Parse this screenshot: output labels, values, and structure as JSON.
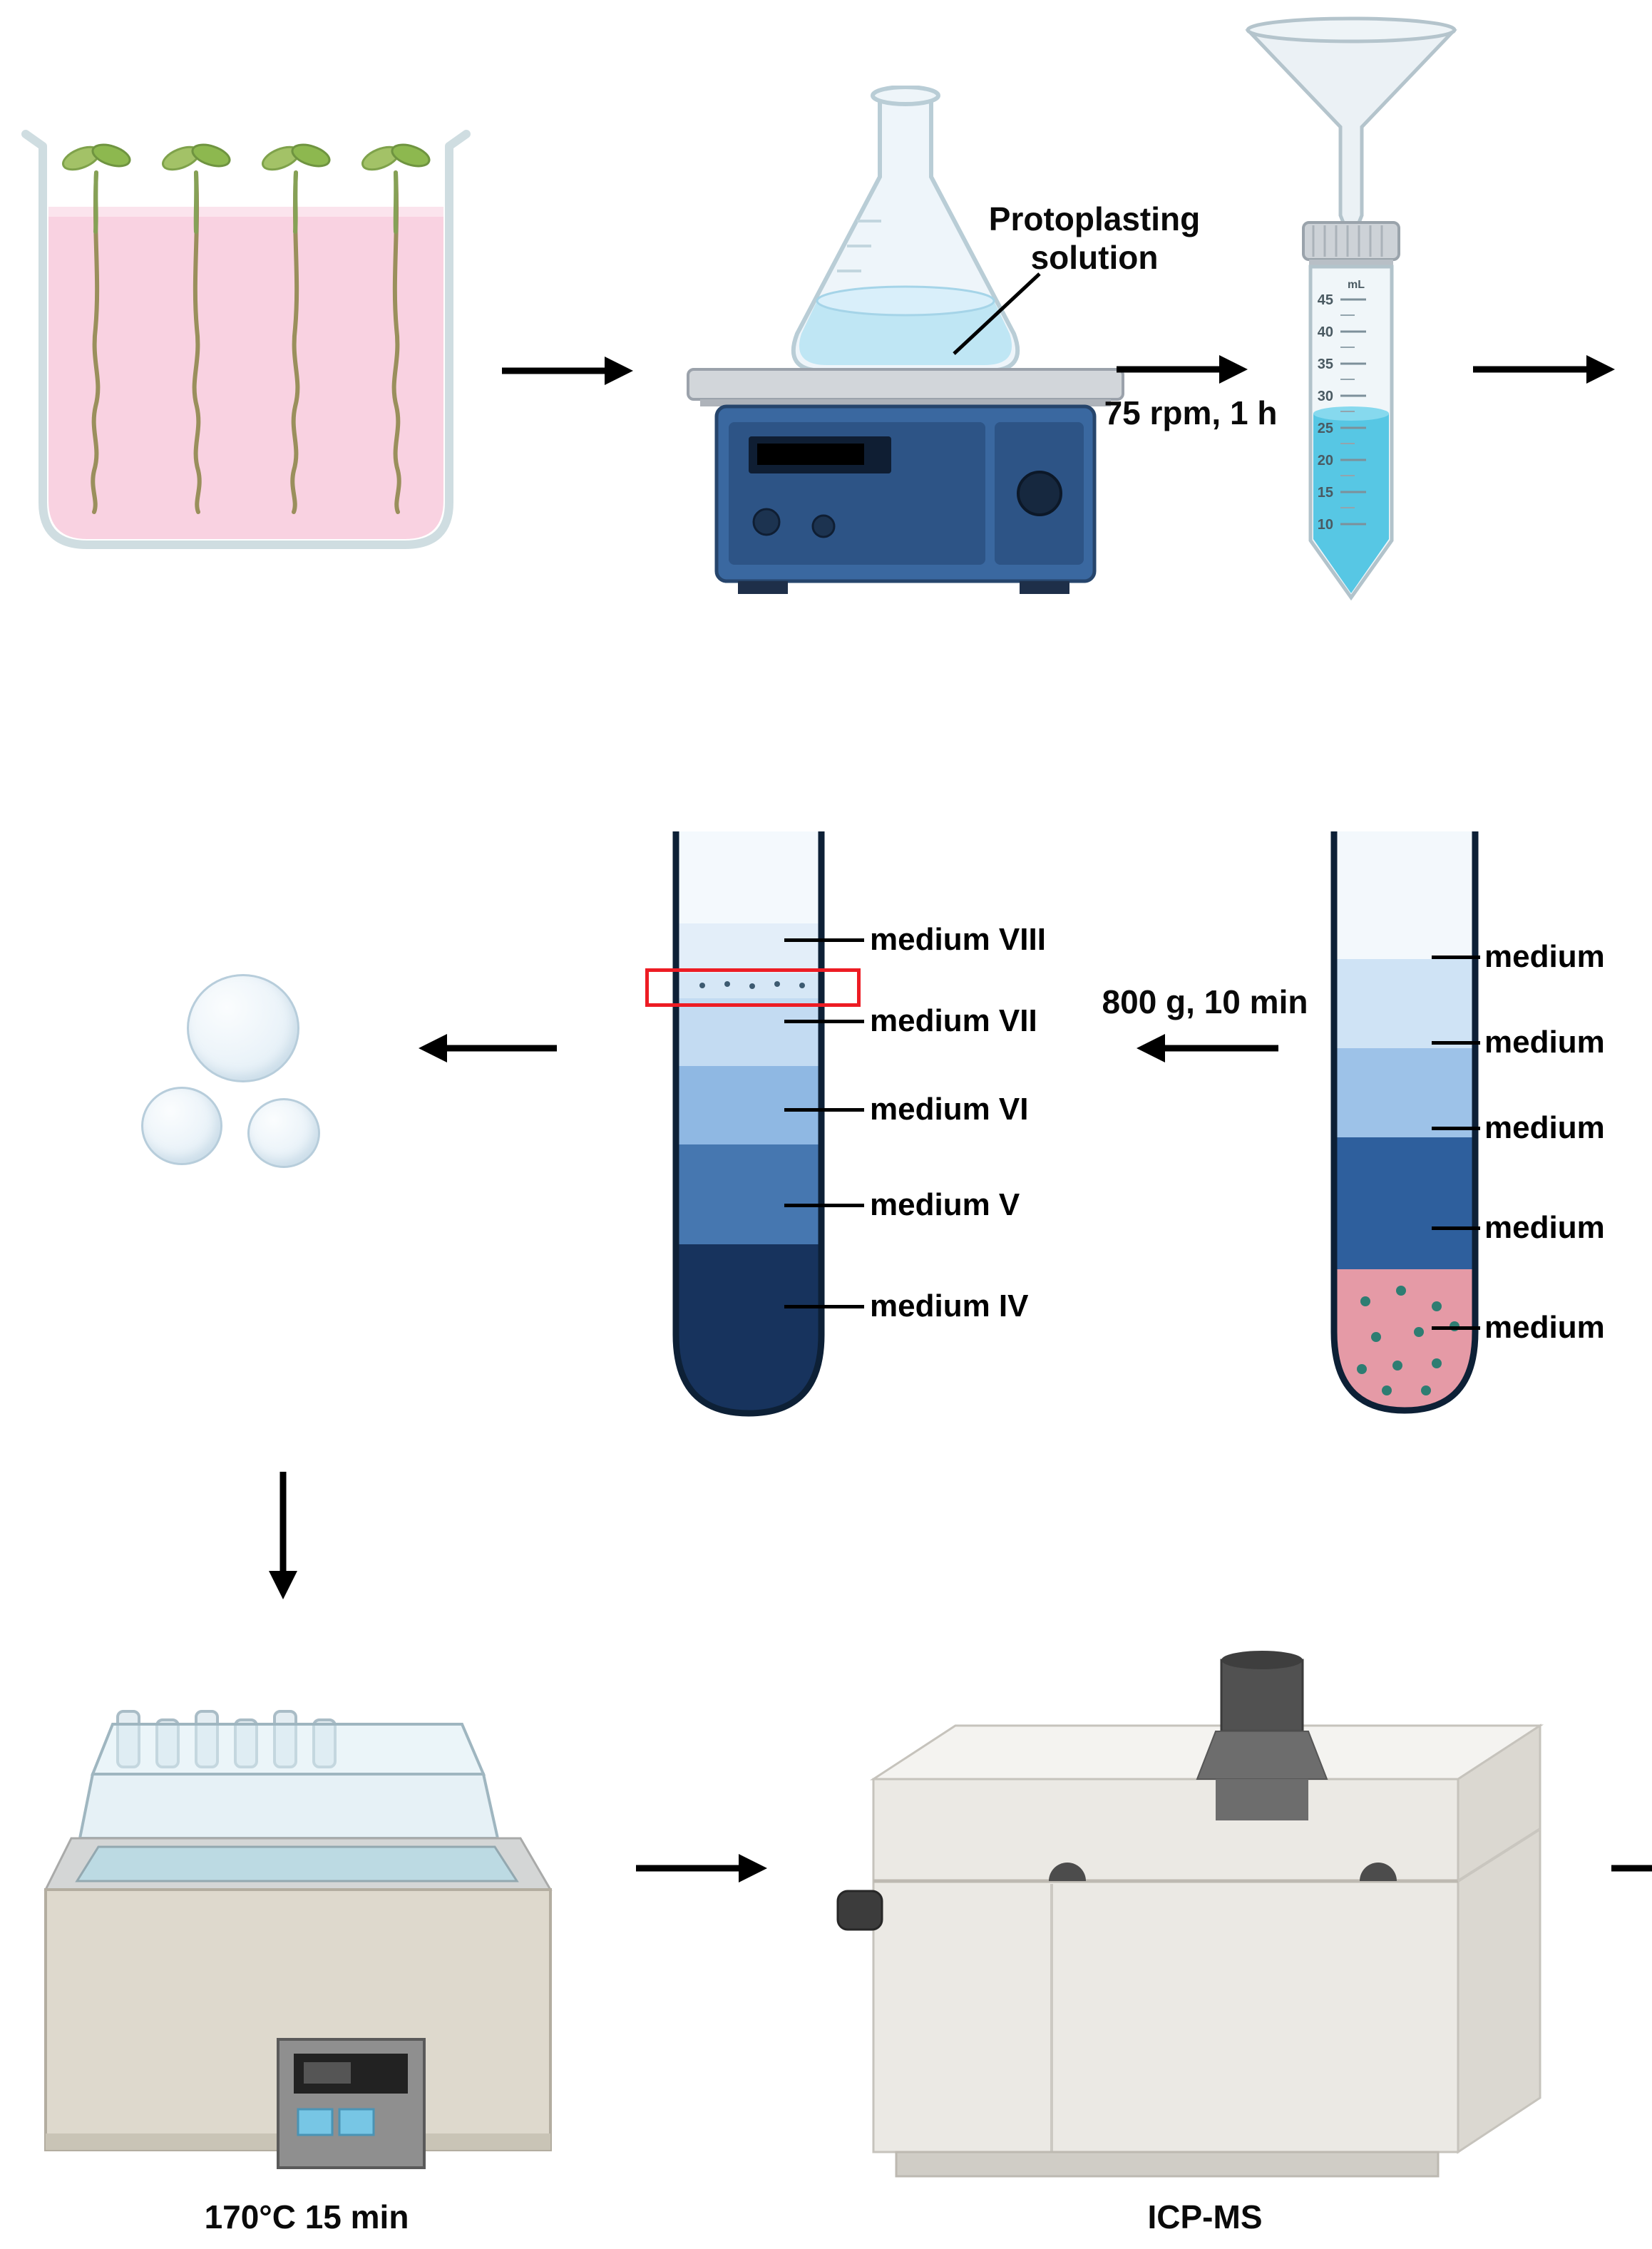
{
  "annotations": {
    "protoplasting_line1": "Protoplasting",
    "protoplasting_line2": "solution",
    "shaking": "75 rpm, 1 h",
    "centrifugation": "800 g, 10 min",
    "digestion": "170°C 15 min",
    "instrument": "ICP-MS"
  },
  "gradient_tube": {
    "labels": [
      "medium VIII",
      "medium VII",
      "medium VI",
      "medium V",
      "medium IV"
    ]
  },
  "loaded_tube": {
    "labels": [
      "medium",
      "medium",
      "medium",
      "medium",
      "medium"
    ]
  },
  "falcon_tube": {
    "unit": "mL",
    "scale": [
      "45",
      "40",
      "35",
      "30",
      "25",
      "20",
      "15",
      "10"
    ]
  },
  "colors": {
    "arrow": "#000000",
    "germination_liquid": "#f9d2e1",
    "flask_liquid": "#bfe6f4",
    "shaker_body": "#33639a",
    "falcon_liquid": "#57c7e4",
    "highlight_box": "#ed1c24",
    "gradient_layers_top_to_bottom": [
      "#f4f9fd",
      "#e3eef9",
      "#c3dbf2",
      "#8fb8e3",
      "#4677b0",
      "#17335d"
    ],
    "loaded_layers_top_to_bottom": [
      "#f3f8fc",
      "#cfe3f5",
      "#9dc2e8",
      "#2e5f9d",
      "#e59aa6"
    ],
    "pellet_dots": "#2e7d72"
  }
}
